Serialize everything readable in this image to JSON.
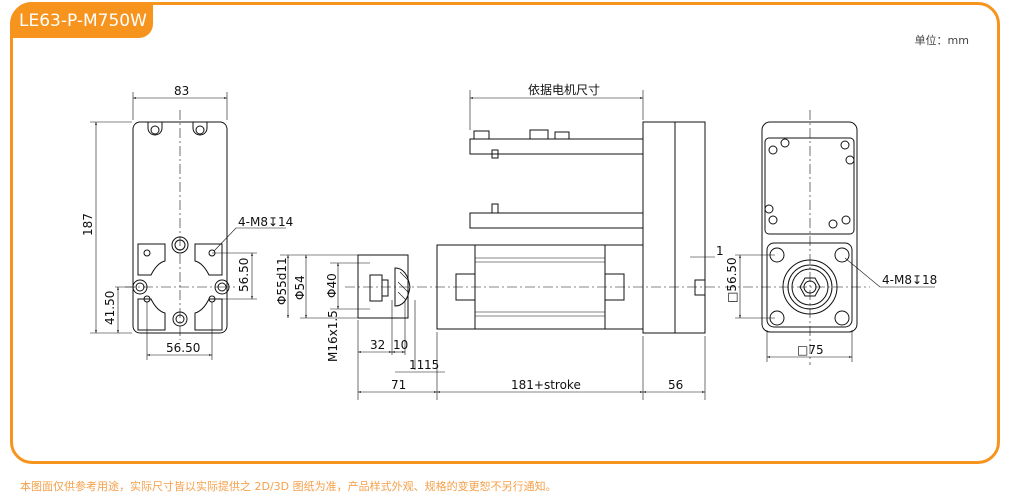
{
  "title": "LE63-P-M750W",
  "unit_label": "单位：mm",
  "footer_note": "本图面仅供参考用途，实际尺寸皆以实际提供之 2D/3D 图纸为准，产品样式外观、规格的变更恕不另行通知。",
  "colors": {
    "accent": "#F7941D",
    "footer": "#F5A04A"
  },
  "front_view": {
    "width": "83",
    "height": "187",
    "hole_label": "4-M8↧14",
    "pitch_v": "56.50",
    "offset": "41.50",
    "pitch_h": "56.50"
  },
  "side_view": {
    "motor_dim": "依据电机尺寸",
    "d_outer": "Φ55d11",
    "d_rod": "Φ54",
    "d_inner": "Φ40",
    "thread": "M16x1.5",
    "d32": "32",
    "d10": "10",
    "d11": "11",
    "d15": "15",
    "d71": "71",
    "body_len": "181+stroke",
    "motor_len": "56",
    "gap": "1"
  },
  "end_view": {
    "pitch": "□56.50",
    "hole_label": "4-M8↧18",
    "square": "□75"
  }
}
